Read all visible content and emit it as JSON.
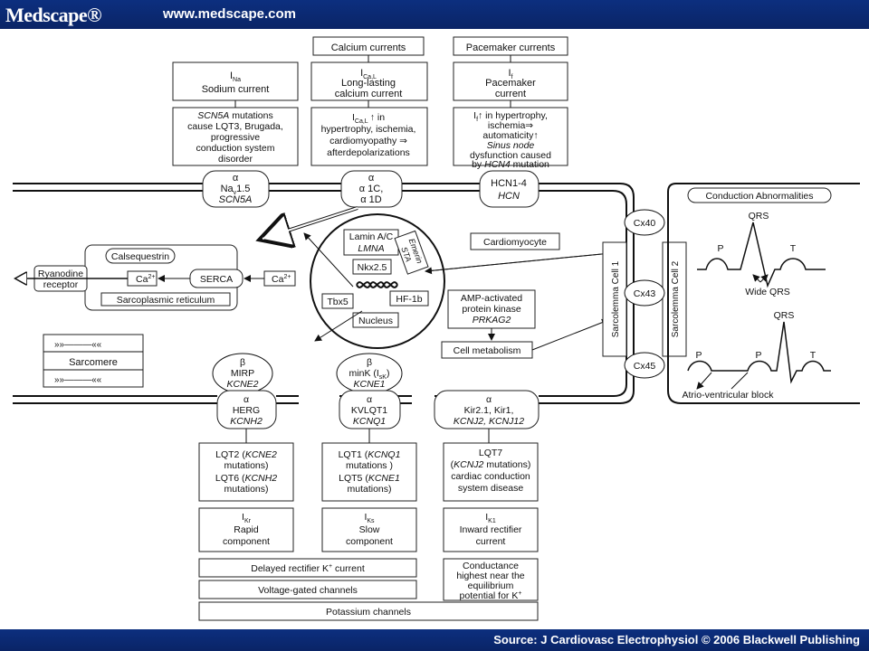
{
  "header": {
    "logo": "Medscape®",
    "url": "www.medscape.com"
  },
  "footer": {
    "source": "Source: J Cardiovasc Electrophysiol © 2006 Blackwell Publishing"
  },
  "top": {
    "calcium_currents": "Calcium currents",
    "pacemaker_currents": "Pacemaker currents",
    "ina_symbol": "I",
    "ina_sub": "Na",
    "ina_label": "Sodium current",
    "ical_symbol": "I",
    "ical_sub": "Ca,L",
    "ical_label1": "Long-lasting",
    "ical_label2": "calcium current",
    "if_symbol": "I",
    "if_sub": "f",
    "if_label1": "Pacemaker",
    "if_label2": "current",
    "scn5a_1": "SCN5A",
    "scn5a_1b": " mutations",
    "scn5a_2": "cause LQT3, Brugada,",
    "scn5a_3": "progressive",
    "scn5a_4": "conduction system",
    "scn5a_5": "disorder",
    "ical2_1": "I",
    "ical2_1sub": "Ca,L",
    "ical2_1b": "↑ in",
    "ical2_2": "hypertrophy, ischemia,",
    "ical2_3": "cardiomyopathy ⇒",
    "ical2_4": "afterdepolarizations",
    "if2_1": "I",
    "if2_1sub": "f",
    "if2_1b": "↑ in hypertrophy,",
    "if2_2": "ischemia⇒",
    "if2_3": "automaticity↑",
    "if2_4": "Sinus node",
    "if2_5": "dysfunction caused",
    "if2_6": "by ",
    "if2_6b": "HCN4",
    "if2_6c": " mutation"
  },
  "membrane": {
    "na_alpha": "α",
    "na_name": "Na",
    "na_sub": "v",
    "na_num": "1.5",
    "na_gene": "SCN5A",
    "ca_alpha": "α",
    "ca_1": "α 1C,",
    "ca_2": "α 1D",
    "hcn_1": "HCN1-4",
    "hcn_2": "HCN"
  },
  "cell": {
    "calsequestrin": "Calsequestrin",
    "ryanodine_1": "Ryanodine",
    "ryanodine_2": "receptor",
    "ca2_left": "Ca",
    "ca2_sup": "2+",
    "serca": "SERCA",
    "ca2_right": "Ca",
    "ca2_right_sup": "2+",
    "sr": "Sarcoplasmic reticulum",
    "sarcomere": "Sarcomere",
    "cardiomyocyte": "Cardiomyocyte",
    "lamin_1": "Lamin A/C",
    "lamin_2": "LMNA",
    "emerin_1": "Emerin",
    "emerin_2": "STA",
    "nkx": "Nkx2.5",
    "tbx": "Tbx5",
    "hf": "HF-1b",
    "nucleus": "Nucleus",
    "ampk_1": "AMP-activated",
    "ampk_2": "protein kinase",
    "ampk_3": "PRKAG2",
    "cellmet": "Cell metabolism"
  },
  "junction": {
    "cx40": "Cx40",
    "cx43": "Cx43",
    "cx45": "Cx45",
    "sarc1": "Sarcolemma Cell 1",
    "sarc2": "Sarcolemma Cell 2"
  },
  "ecg": {
    "title": "Conduction Abnormalities",
    "qrs1": "QRS",
    "p1": "P",
    "t1": "T",
    "wide": "Wide QRS",
    "qrs2": "QRS",
    "p2a": "P",
    "p2b": "P",
    "t2": "T",
    "av": "Atrio-ventricular block"
  },
  "potassium": {
    "b1": "β",
    "mirp": "MIRP",
    "kcne2": "KCNE2",
    "b2": "β",
    "mink": "minK (I",
    "mink_sub": "sK",
    "mink_close": ")",
    "kcne1": "KCNE1",
    "a1": "α",
    "herg": "HERG",
    "kcnh2": "KCNH2",
    "a2": "α",
    "kvlqt1": "KVLQT1",
    "kcnq1": "KCNQ1",
    "a3": "α",
    "kir": "Kir2.1, Kir1,",
    "kcnj": "KCNJ2, KCNJ12",
    "lqt2_1": "LQT2 (",
    "lqt2_1g": "KCNE2",
    "lqt2_2": "mutations)",
    "lqt6_1": "LQT6 (",
    "lqt6_1g": "KCNH2",
    "lqt6_2": "mutations)",
    "lqt1_1": "LQT1 (",
    "lqt1_1g": "KCNQ1",
    "lqt1_2": "mutations )",
    "lqt5_1": "LQT5 (",
    "lqt5_1g": "KCNE1",
    "lqt5_2": "mutations)",
    "lqt7_1": "LQT7",
    "lqt7_2": "KCNJ2",
    "lqt7_2b": " mutations)",
    "lqt7_3": "cardiac conduction",
    "lqt7_4": "system disease",
    "ikr": "I",
    "ikr_sub": "Kr",
    "ikr_1": "Rapid",
    "ikr_2": "component",
    "iks": "I",
    "iks_sub": "Ks",
    "iks_1": "Slow",
    "iks_2": "component",
    "ik1": "I",
    "ik1_sub": "K1",
    "ik1_1": "Inward rectifier",
    "ik1_2": "current",
    "delayed": "Delayed rectifier K",
    "delayed_sup": "+",
    "delayed_end": " current",
    "voltage": "Voltage-gated channels",
    "cond_1": "Conductance",
    "cond_2": "highest near the",
    "cond_3": "equilibrium",
    "cond_4": "potential for K",
    "cond_sup": "+",
    "pchannels": "Potassium channels"
  }
}
